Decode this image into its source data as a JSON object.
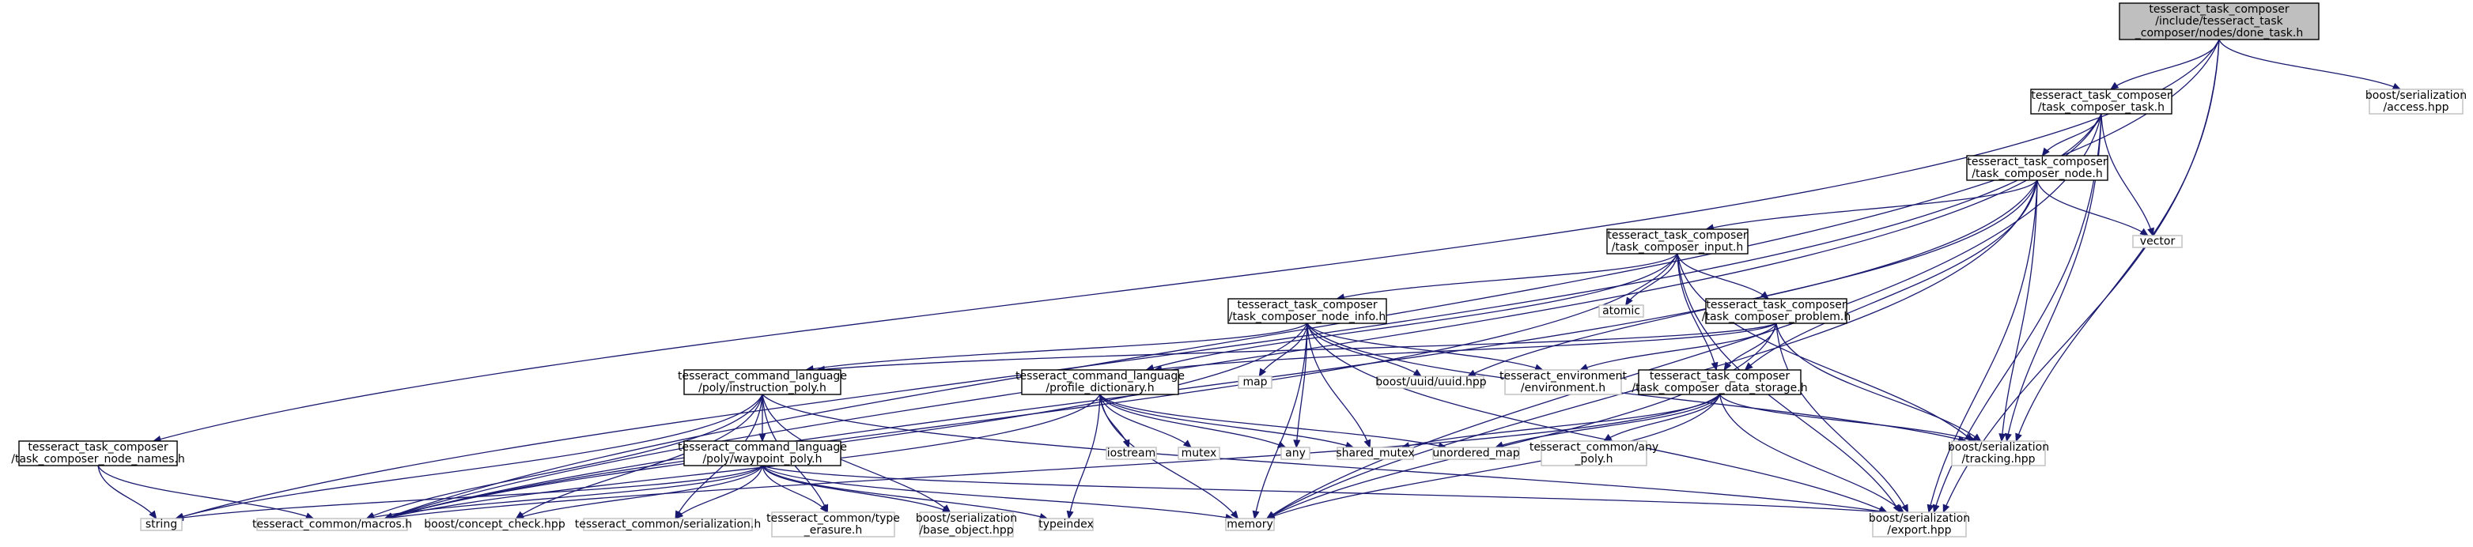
{
  "nodes": [
    {
      "id": "done_task",
      "kind": "root",
      "lines": [
        "tesseract_task_composer",
        "/include/tesseract_task",
        "_composer/nodes/done_task.h"
      ]
    },
    {
      "id": "task_composer_task",
      "kind": "doc",
      "lines": [
        "tesseract_task_composer",
        "/task_composer_task.h"
      ]
    },
    {
      "id": "boost_access",
      "kind": "sys",
      "lines": [
        "boost/serialization",
        "/access.hpp"
      ]
    },
    {
      "id": "task_composer_node",
      "kind": "doc",
      "lines": [
        "tesseract_task_composer",
        "/task_composer_node.h"
      ]
    },
    {
      "id": "vector",
      "kind": "sys",
      "lines": [
        "vector"
      ]
    },
    {
      "id": "task_composer_input",
      "kind": "doc",
      "lines": [
        "tesseract_task_composer",
        "/task_composer_input.h"
      ]
    },
    {
      "id": "atomic",
      "kind": "sys",
      "lines": [
        "atomic"
      ]
    },
    {
      "id": "task_composer_problem",
      "kind": "doc",
      "lines": [
        "tesseract_task_composer",
        "/task_composer_problem.h"
      ]
    },
    {
      "id": "task_composer_node_info",
      "kind": "doc",
      "lines": [
        "tesseract_task_composer",
        "/task_composer_node_info.h"
      ]
    },
    {
      "id": "map",
      "kind": "sys",
      "lines": [
        "map"
      ]
    },
    {
      "id": "uuid",
      "kind": "sys",
      "lines": [
        "boost/uuid/uuid.hpp"
      ]
    },
    {
      "id": "environment",
      "kind": "sys",
      "lines": [
        "tesseract_environment",
        "/environment.h"
      ]
    },
    {
      "id": "instruction_poly",
      "kind": "doc",
      "lines": [
        "tesseract_command_language",
        "/poly/instruction_poly.h"
      ]
    },
    {
      "id": "profile_dictionary",
      "kind": "doc",
      "lines": [
        "tesseract_command_language",
        "/profile_dictionary.h"
      ]
    },
    {
      "id": "data_storage",
      "kind": "doc",
      "lines": [
        "tesseract_task_composer",
        "/task_composer_data_storage.h"
      ]
    },
    {
      "id": "iostream",
      "kind": "sys",
      "lines": [
        "iostream"
      ]
    },
    {
      "id": "mutex",
      "kind": "sys",
      "lines": [
        "mutex"
      ]
    },
    {
      "id": "any",
      "kind": "sys",
      "lines": [
        "any"
      ]
    },
    {
      "id": "shared_mutex",
      "kind": "sys",
      "lines": [
        "shared_mutex"
      ]
    },
    {
      "id": "unordered_map",
      "kind": "sys",
      "lines": [
        "unordered_map"
      ]
    },
    {
      "id": "any_poly",
      "kind": "sys",
      "lines": [
        "tesseract_common/any",
        "_poly.h"
      ]
    },
    {
      "id": "tracking",
      "kind": "sys",
      "lines": [
        "boost/serialization",
        "/tracking.hpp"
      ]
    },
    {
      "id": "node_names",
      "kind": "doc",
      "lines": [
        "tesseract_task_composer",
        "/task_composer_node_names.h"
      ]
    },
    {
      "id": "waypoint_poly",
      "kind": "doc",
      "lines": [
        "tesseract_command_language",
        "/poly/waypoint_poly.h"
      ]
    },
    {
      "id": "string",
      "kind": "sys",
      "lines": [
        "string"
      ]
    },
    {
      "id": "macros",
      "kind": "sys",
      "lines": [
        "tesseract_common/macros.h"
      ]
    },
    {
      "id": "concept_check",
      "kind": "sys",
      "lines": [
        "boost/concept_check.hpp"
      ]
    },
    {
      "id": "serialization",
      "kind": "sys",
      "lines": [
        "tesseract_common/serialization.h"
      ]
    },
    {
      "id": "type_erasure",
      "kind": "sys",
      "lines": [
        "tesseract_common/type",
        "_erasure.h"
      ]
    },
    {
      "id": "base_object",
      "kind": "sys",
      "lines": [
        "boost/serialization",
        "/base_object.hpp"
      ]
    },
    {
      "id": "typeindex",
      "kind": "sys",
      "lines": [
        "typeindex"
      ]
    },
    {
      "id": "memory",
      "kind": "sys",
      "lines": [
        "memory"
      ]
    },
    {
      "id": "export",
      "kind": "sys",
      "lines": [
        "boost/serialization",
        "/export.hpp"
      ]
    }
  ],
  "edges": [
    [
      "done_task",
      "task_composer_task"
    ],
    [
      "done_task",
      "boost_access"
    ],
    [
      "done_task",
      "node_names"
    ],
    [
      "done_task",
      "macros"
    ],
    [
      "done_task",
      "tracking"
    ],
    [
      "done_task",
      "export"
    ],
    [
      "task_composer_task",
      "task_composer_node"
    ],
    [
      "task_composer_task",
      "vector"
    ],
    [
      "task_composer_task",
      "string"
    ],
    [
      "task_composer_task",
      "macros"
    ],
    [
      "task_composer_task",
      "memory"
    ],
    [
      "task_composer_task",
      "tracking"
    ],
    [
      "task_composer_task",
      "export"
    ],
    [
      "task_composer_node",
      "task_composer_input"
    ],
    [
      "task_composer_node",
      "vector"
    ],
    [
      "task_composer_node",
      "uuid"
    ],
    [
      "task_composer_node",
      "macros"
    ],
    [
      "task_composer_node",
      "data_storage"
    ],
    [
      "task_composer_node",
      "tracking"
    ],
    [
      "task_composer_node",
      "memory"
    ],
    [
      "task_composer_node",
      "export"
    ],
    [
      "task_composer_input",
      "atomic"
    ],
    [
      "task_composer_input",
      "task_composer_problem"
    ],
    [
      "task_composer_input",
      "task_composer_node_info"
    ],
    [
      "task_composer_input",
      "profile_dictionary"
    ],
    [
      "task_composer_input",
      "data_storage"
    ],
    [
      "task_composer_input",
      "macros"
    ],
    [
      "task_composer_input",
      "tracking"
    ],
    [
      "task_composer_input",
      "export"
    ],
    [
      "task_composer_problem",
      "environment"
    ],
    [
      "task_composer_problem",
      "profile_dictionary"
    ],
    [
      "task_composer_problem",
      "data_storage"
    ],
    [
      "task_composer_problem",
      "instruction_poly"
    ],
    [
      "task_composer_problem",
      "tracking"
    ],
    [
      "task_composer_problem",
      "memory"
    ],
    [
      "task_composer_problem",
      "export"
    ],
    [
      "task_composer_node_info",
      "map"
    ],
    [
      "task_composer_node_info",
      "uuid"
    ],
    [
      "task_composer_node_info",
      "environment"
    ],
    [
      "task_composer_node_info",
      "instruction_poly"
    ],
    [
      "task_composer_node_info",
      "shared_mutex"
    ],
    [
      "task_composer_node_info",
      "memory"
    ],
    [
      "task_composer_node_info",
      "macros"
    ],
    [
      "task_composer_node_info",
      "tracking"
    ],
    [
      "task_composer_node_info",
      "any"
    ],
    [
      "task_composer_node_info",
      "export"
    ],
    [
      "instruction_poly",
      "waypoint_poly"
    ],
    [
      "instruction_poly",
      "string"
    ],
    [
      "instruction_poly",
      "macros"
    ],
    [
      "instruction_poly",
      "concept_check"
    ],
    [
      "instruction_poly",
      "serialization"
    ],
    [
      "instruction_poly",
      "type_erasure"
    ],
    [
      "instruction_poly",
      "base_object"
    ],
    [
      "instruction_poly",
      "export"
    ],
    [
      "profile_dictionary",
      "iostream"
    ],
    [
      "profile_dictionary",
      "mutex"
    ],
    [
      "profile_dictionary",
      "any"
    ],
    [
      "profile_dictionary",
      "shared_mutex"
    ],
    [
      "profile_dictionary",
      "unordered_map"
    ],
    [
      "profile_dictionary",
      "memory"
    ],
    [
      "profile_dictionary",
      "typeindex"
    ],
    [
      "profile_dictionary",
      "macros"
    ],
    [
      "data_storage",
      "shared_mutex"
    ],
    [
      "data_storage",
      "unordered_map"
    ],
    [
      "data_storage",
      "any_poly"
    ],
    [
      "data_storage",
      "tracking"
    ],
    [
      "data_storage",
      "macros"
    ],
    [
      "data_storage",
      "memory"
    ],
    [
      "data_storage",
      "export"
    ],
    [
      "node_names",
      "string"
    ],
    [
      "node_names",
      "macros"
    ],
    [
      "waypoint_poly",
      "string"
    ],
    [
      "waypoint_poly",
      "macros"
    ],
    [
      "waypoint_poly",
      "concept_check"
    ],
    [
      "waypoint_poly",
      "serialization"
    ],
    [
      "waypoint_poly",
      "type_erasure"
    ],
    [
      "waypoint_poly",
      "base_object"
    ],
    [
      "waypoint_poly",
      "typeindex"
    ],
    [
      "waypoint_poly",
      "memory"
    ],
    [
      "waypoint_poly",
      "export"
    ]
  ]
}
